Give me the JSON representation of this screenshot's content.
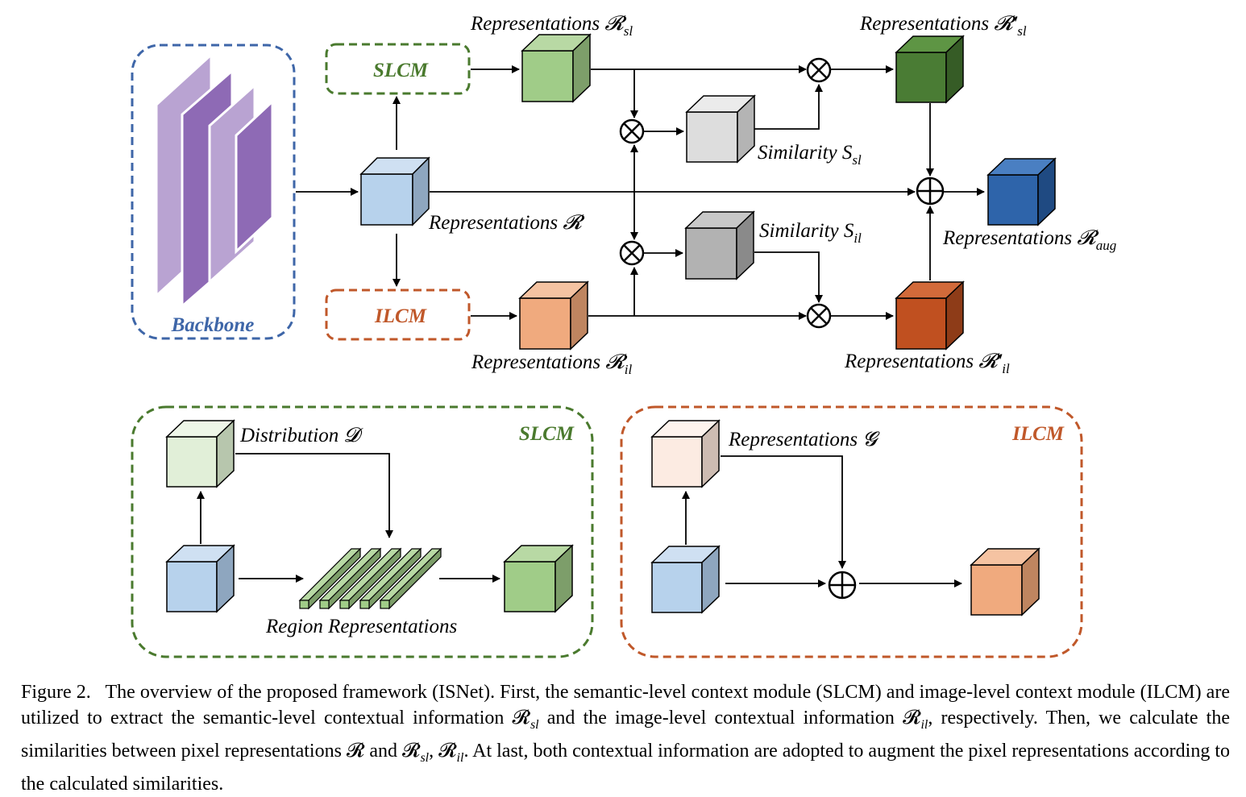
{
  "modules": {
    "slcm": "SLCM",
    "ilcm": "ILCM",
    "backbone": "Backbone"
  },
  "labels": {
    "r_sl": "Representations 𝓡",
    "r_sl_sub": "sl",
    "r_sl_prime": "Representations 𝓡′",
    "r_sl_prime_sub": "sl",
    "sim_sl": "Similarity S",
    "sim_sl_sub": "sl",
    "r": "Representations 𝓡",
    "r_aug": "Representations 𝓡",
    "r_aug_sub": "aug",
    "sim_il": "Similarity S",
    "sim_il_sub": "il",
    "r_il": "Representations 𝓡",
    "r_il_sub": "il",
    "r_il_prime": "Representations 𝓡′",
    "r_il_prime_sub": "il"
  },
  "slcm_detail": {
    "title": "SLCM",
    "distribution": "Distribution 𝓓",
    "region": "Region Representations"
  },
  "ilcm_detail": {
    "title": "ILCM",
    "representations_g": "Representations 𝓖"
  },
  "colors": {
    "slcm_green": "#4a7a2e",
    "ilcm_orange": "#c0582a",
    "backbone_blue": "#3e66a8",
    "backbone_purple": "#9a7cbc",
    "cube_blue": "#b7d2ec",
    "cube_green": "#a0cc88",
    "cube_darkgreen": "#4a7c34",
    "cube_orange": "#f0aa7e",
    "cube_darkorange": "#c05020",
    "cube_royal": "#2e64aa",
    "cube_lightgray": "#dddddd",
    "cube_gray": "#b2b2b2",
    "cube_palegreen": "#e1efd8",
    "cube_paleorange": "#fcebe2"
  },
  "caption": {
    "figure": "Figure 2.",
    "text": "The overview of the proposed framework (ISNet). First, the semantic-level context module (SLCM) and image-level context module (ILCM) are utilized to extract the semantic-level contextual information 𝓡",
    "sub_sl": "sl",
    "text2": " and the image-level contextual information 𝓡",
    "sub_il": "il",
    "text3": ", respectively. Then, we calculate the similarities between pixel representations 𝓡 and 𝓡",
    "sub_sl2": "sl",
    "text4": ", 𝓡",
    "sub_il2": "il",
    "text5": ". At last, both contextual information are adopted to augment the pixel representations according to the calculated similarities."
  }
}
